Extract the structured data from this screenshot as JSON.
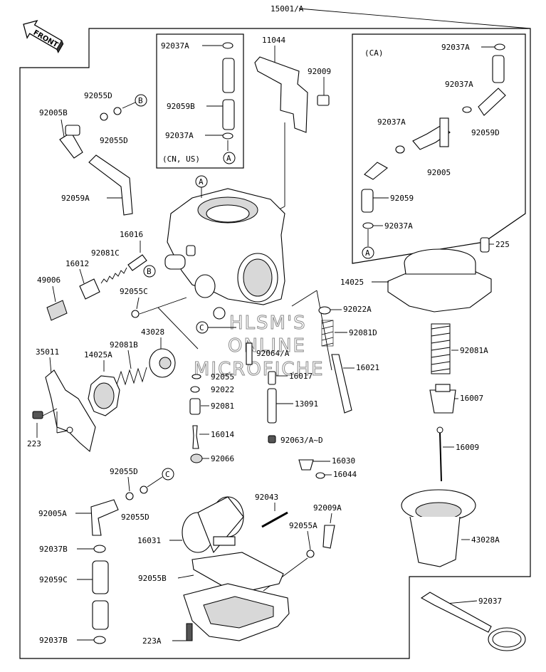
{
  "diagram": {
    "top_label": "15001/A",
    "front_label": "FRONT",
    "watermark": [
      "HLSM'S",
      "ONLINE",
      "MICROFICHE"
    ],
    "inset_cnus": {
      "labels": [
        "92037A",
        "92059B",
        "92037A"
      ],
      "region": "(CN, US)",
      "ref": "A"
    },
    "inset_ca": {
      "region": "(CA)",
      "labels": [
        "92037A",
        "92037A",
        "92037A",
        "92059D",
        "92005",
        "92059",
        "92037A"
      ],
      "ref": "A"
    },
    "labels": [
      "11044",
      "92009",
      "92055D",
      "92005B",
      "92055D",
      "92059A",
      "16016",
      "92081C",
      "16012",
      "49006",
      "92055C",
      "14025",
      "225",
      "92022A",
      "92081D",
      "43028",
      "92081B",
      "35011",
      "14025A",
      "223",
      "92064/A",
      "92055",
      "92022",
      "92081",
      "16014",
      "92066",
      "16017",
      "16021",
      "13091",
      "92063/A~D",
      "16030",
      "16044",
      "92081A",
      "16007",
      "16009",
      "43028A",
      "92055D",
      "92005A",
      "92055D",
      "92037B",
      "92059C",
      "92037B",
      "92043",
      "92009A",
      "92055A",
      "16031",
      "92055B",
      "223A",
      "92037"
    ],
    "callouts": [
      "A",
      "B",
      "B",
      "C",
      "C"
    ]
  }
}
